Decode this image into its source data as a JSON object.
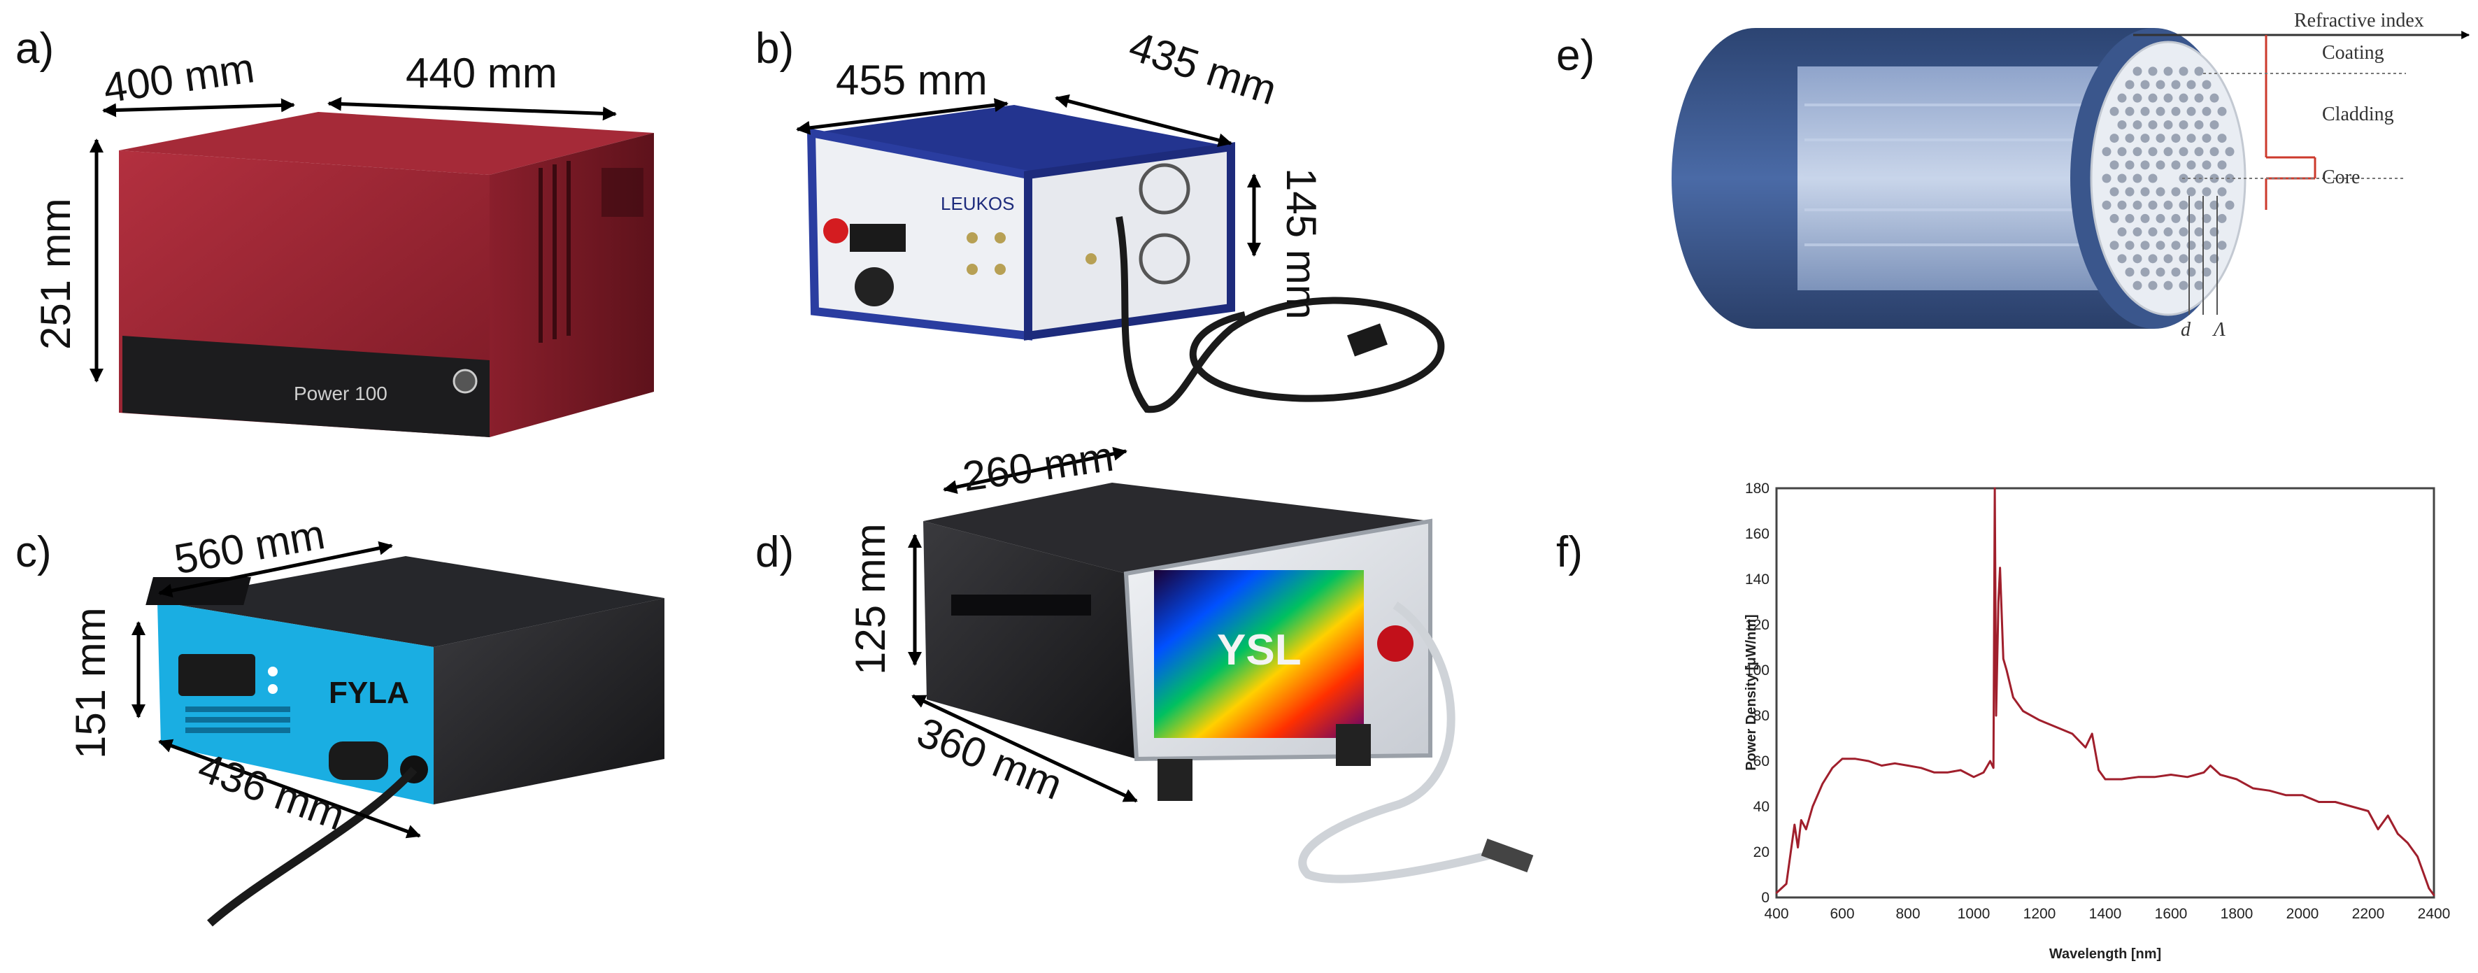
{
  "panels": {
    "a": {
      "label": "a)",
      "dims": {
        "depth": "400 mm",
        "width": "440 mm",
        "height": "251 mm"
      },
      "brand": "Power 100",
      "color": "#9b2335"
    },
    "b": {
      "label": "b)",
      "dims": {
        "width": "455 mm",
        "depth": "435 mm",
        "height": "145 mm"
      },
      "brand": "LEUKOS",
      "color": "#1c2e8c"
    },
    "c": {
      "label": "c)",
      "dims": {
        "depth": "560 mm",
        "height": "151 mm",
        "width": "436 mm"
      },
      "brand": "FYLA",
      "color": "#19aee0"
    },
    "d": {
      "label": "d)",
      "dims": {
        "depth": "260 mm",
        "height": "125 mm",
        "width": "360 mm"
      },
      "brand": "YSL",
      "color": "#1a1a1a"
    },
    "e": {
      "label": "e)",
      "annotations": {
        "refractive_index": "Refractive index",
        "coating": "Coating",
        "cladding": "Cladding",
        "core": "Core",
        "d": "d",
        "pitch": "Λ"
      }
    },
    "f": {
      "label": "f)"
    }
  },
  "chart_data": {
    "type": "line",
    "xlabel": "Wavelength [nm]",
    "ylabel": "Power Density [μW/nm]",
    "xlim": [
      400,
      2400
    ],
    "ylim": [
      0,
      180
    ],
    "xticks": [
      400,
      600,
      800,
      1000,
      1200,
      1400,
      1600,
      1800,
      2000,
      2200,
      2400
    ],
    "yticks": [
      0,
      20,
      40,
      60,
      80,
      100,
      120,
      140,
      160,
      180
    ],
    "grid": false,
    "line_color": "#a01f2c",
    "series": [
      {
        "x": [
          400,
          430,
          455,
          465,
          475,
          490,
          510,
          540,
          570,
          600,
          640,
          680,
          720,
          760,
          800,
          840,
          880,
          920,
          960,
          1000,
          1030,
          1050,
          1060,
          1064,
          1068,
          1075,
          1080,
          1090,
          1100,
          1120,
          1150,
          1200,
          1250,
          1300,
          1340,
          1360,
          1380,
          1400,
          1450,
          1500,
          1550,
          1600,
          1650,
          1700,
          1720,
          1750,
          1800,
          1850,
          1900,
          1950,
          2000,
          2050,
          2100,
          2150,
          2200,
          2230,
          2260,
          2290,
          2320,
          2350,
          2370,
          2385,
          2400
        ],
        "y": [
          2,
          6,
          32,
          22,
          34,
          30,
          40,
          50,
          57,
          61,
          61,
          60,
          58,
          59,
          58,
          57,
          55,
          55,
          56,
          53,
          55,
          60,
          57,
          180,
          80,
          130,
          145,
          105,
          100,
          88,
          82,
          78,
          75,
          72,
          66,
          72,
          56,
          52,
          52,
          53,
          53,
          54,
          53,
          55,
          58,
          54,
          52,
          48,
          47,
          45,
          45,
          42,
          42,
          40,
          38,
          30,
          36,
          28,
          24,
          18,
          10,
          4,
          1
        ]
      }
    ]
  }
}
